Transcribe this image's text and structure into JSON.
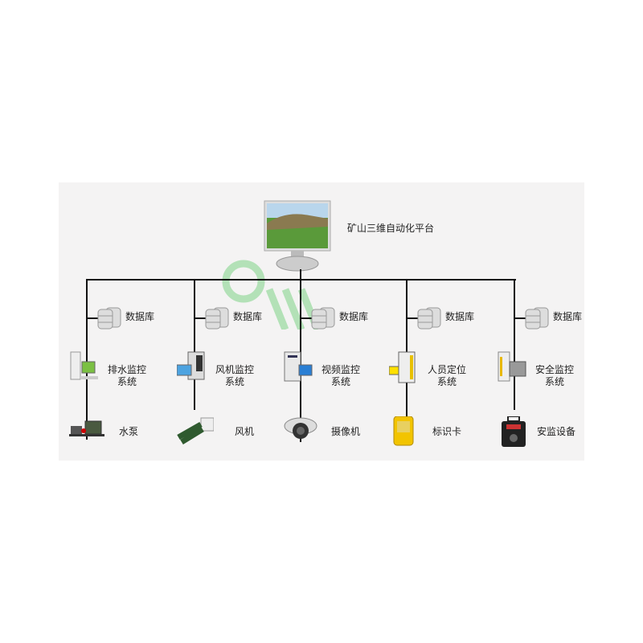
{
  "platform": {
    "label": "矿山三维自动化平台"
  },
  "columns": [
    {
      "db_label": "数据库",
      "system_line1": "排水监控",
      "system_line2": "系统",
      "device_label": "水泵",
      "system_icon": "server-monitor-icon",
      "device_icon": "water-pump-icon"
    },
    {
      "db_label": "数据库",
      "system_line1": "风机监控",
      "system_line2": "系统",
      "device_label": "风机",
      "system_icon": "workstation-icon",
      "device_icon": "fan-icon"
    },
    {
      "db_label": "数据库",
      "system_line1": "视频监控",
      "system_line2": "系统",
      "device_label": "摄像机",
      "system_icon": "video-server-icon",
      "device_icon": "camera-icon"
    },
    {
      "db_label": "数据库",
      "system_line1": "人员定位",
      "system_line2": "系统",
      "device_label": "标识卡",
      "system_icon": "locator-server-icon",
      "device_icon": "id-card-icon"
    },
    {
      "db_label": "数据库",
      "system_line1": "安全监控",
      "system_line2": "系统",
      "device_label": "安监设备",
      "system_icon": "safety-server-icon",
      "device_icon": "safety-device-icon"
    }
  ],
  "colors": {
    "line": "#111111",
    "panel": "#f4f3f3",
    "watermark": "#3cc24a"
  }
}
